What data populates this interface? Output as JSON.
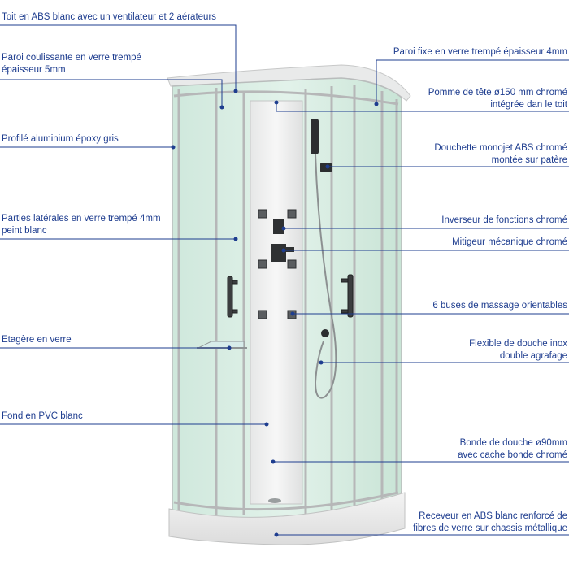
{
  "accent_color": "#1e3d8f",
  "labels_left": [
    {
      "id": "toit",
      "lines": [
        "Toit en ABS blanc avec un ventilateur et 2 aérateurs"
      ]
    },
    {
      "id": "paroi-coulissante",
      "lines": [
        "Paroi coulissante en verre trempé",
        "épaisseur 5mm"
      ]
    },
    {
      "id": "profile",
      "lines": [
        "Profilé aluminium époxy gris"
      ]
    },
    {
      "id": "parties-laterales",
      "lines": [
        "Parties latérales en verre trempé 4mm",
        "peint blanc"
      ]
    },
    {
      "id": "etagere",
      "lines": [
        "Etagère en verre"
      ]
    },
    {
      "id": "fond",
      "lines": [
        "Fond en PVC blanc"
      ]
    }
  ],
  "labels_right": [
    {
      "id": "paroi-fixe",
      "lines": [
        "Paroi fixe en verre trempé épaisseur 4mm"
      ]
    },
    {
      "id": "pomme",
      "lines": [
        "Pomme de tête ø150 mm chromé",
        "intégrée dan le toit"
      ]
    },
    {
      "id": "douchette",
      "lines": [
        "Douchette monojet ABS chromé",
        "montée sur patère"
      ]
    },
    {
      "id": "inverseur",
      "lines": [
        "Inverseur de fonctions chromé"
      ]
    },
    {
      "id": "mitigeur",
      "lines": [
        "Mitigeur mécanique chromé"
      ]
    },
    {
      "id": "buses",
      "lines": [
        "6 buses de massage orientables"
      ]
    },
    {
      "id": "flexible",
      "lines": [
        "Flexible de douche inox",
        "double agrafage"
      ]
    },
    {
      "id": "bonde",
      "lines": [
        "Bonde de douche ø90mm",
        "avec cache bonde chromé"
      ]
    },
    {
      "id": "receveur",
      "lines": [
        "Receveur en ABS blanc renforcé de",
        "fibres de verre sur chassis métallique"
      ]
    }
  ]
}
